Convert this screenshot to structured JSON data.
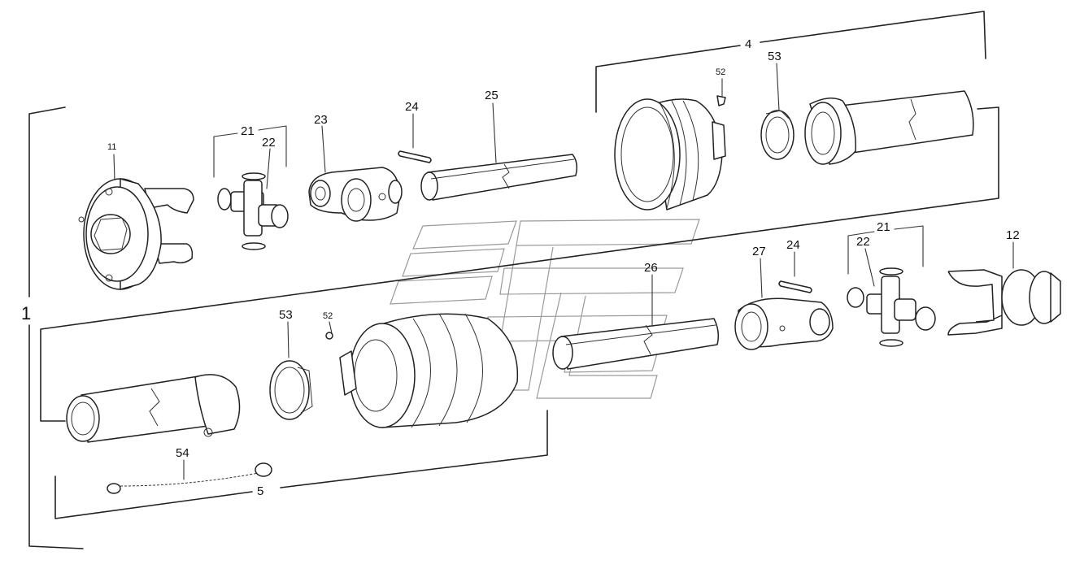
{
  "callouts": {
    "c1": "1",
    "c4": "4",
    "c5": "5",
    "c11": "11",
    "c12": "12",
    "c21a": "21",
    "c22a": "22",
    "c23": "23",
    "c24a": "24",
    "c25": "25",
    "c26": "26",
    "c27": "27",
    "c24b": "24",
    "c21b": "21",
    "c22b": "22",
    "c52a": "52",
    "c53a": "53",
    "c52b": "52",
    "c53b": "53",
    "c54": "54"
  },
  "colors": {
    "line": "#222222",
    "watermark": "#9a9a9a",
    "background": "#ffffff"
  }
}
